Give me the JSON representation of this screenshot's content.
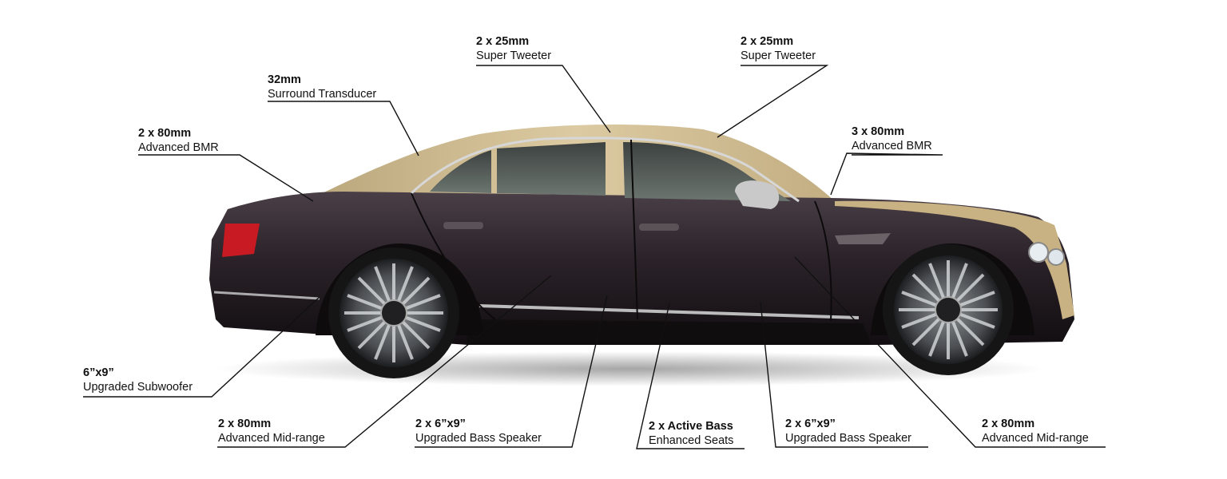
{
  "diagram": {
    "callouts": [
      {
        "size": "2 x 25mm",
        "label": "Super Tweeter"
      },
      {
        "size": "2 x 25mm",
        "label": "Super Tweeter"
      },
      {
        "size": "32mm",
        "label": "Surround Transducer"
      },
      {
        "size": "2 x 80mm",
        "label": "Advanced BMR"
      },
      {
        "size": "3 x 80mm",
        "label": "Advanced BMR"
      },
      {
        "size": "6”x9”",
        "label": "Upgraded Subwoofer"
      },
      {
        "size": "2 x 80mm",
        "label": "Advanced Mid-range"
      },
      {
        "size": "2 x 6”x9”",
        "label": "Upgraded Bass Speaker"
      },
      {
        "size": "2 x Active Bass",
        "label": "Enhanced Seats"
      },
      {
        "size": "2 x 6”x9”",
        "label": "Upgraded Bass Speaker"
      },
      {
        "size": "2 x 80mm",
        "label": "Advanced Mid-range"
      }
    ]
  },
  "colors": {
    "body": "#241d22",
    "roof": "#cdb98f",
    "leader_line": "#111111",
    "tail_light": "#c81a22"
  }
}
